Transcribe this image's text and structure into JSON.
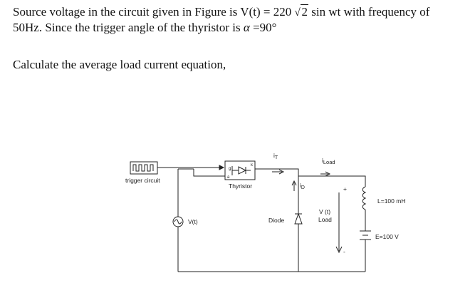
{
  "problem": {
    "line1_prefix": "Source  voltage in the circuit given in Figure is V(t) = 220 ",
    "sqrt_symbol": "√",
    "sqrt_radicand": "2",
    "line1_suffix": " sin wt with frequency of",
    "line2": "50Hz. Since the trigger angle of the thyristor is ",
    "alpha_symbol": "α",
    "angle_value": " =90°",
    "question": "Calculate the average load current equation,"
  },
  "circuit": {
    "trigger_label": "trigger circuit",
    "thyristor_label": "Thyristor",
    "thyristor_pin_g": "g",
    "thyristor_pin_a": "a",
    "thyristor_pin_k": "k",
    "source_label": "V(t)",
    "current_T_main": "i",
    "current_T_sub": "T",
    "current_load_main": "i",
    "current_load_sub": "Load",
    "current_D_main": "i",
    "current_D_sub": "D",
    "diode_label": "Diode",
    "load_voltage_line1": "V   (t)",
    "load_voltage_line2": "Load",
    "plus_sign": "+",
    "minus_sign": "-",
    "inductor_label": "L=100 mH",
    "battery_label": "E=100 V"
  }
}
